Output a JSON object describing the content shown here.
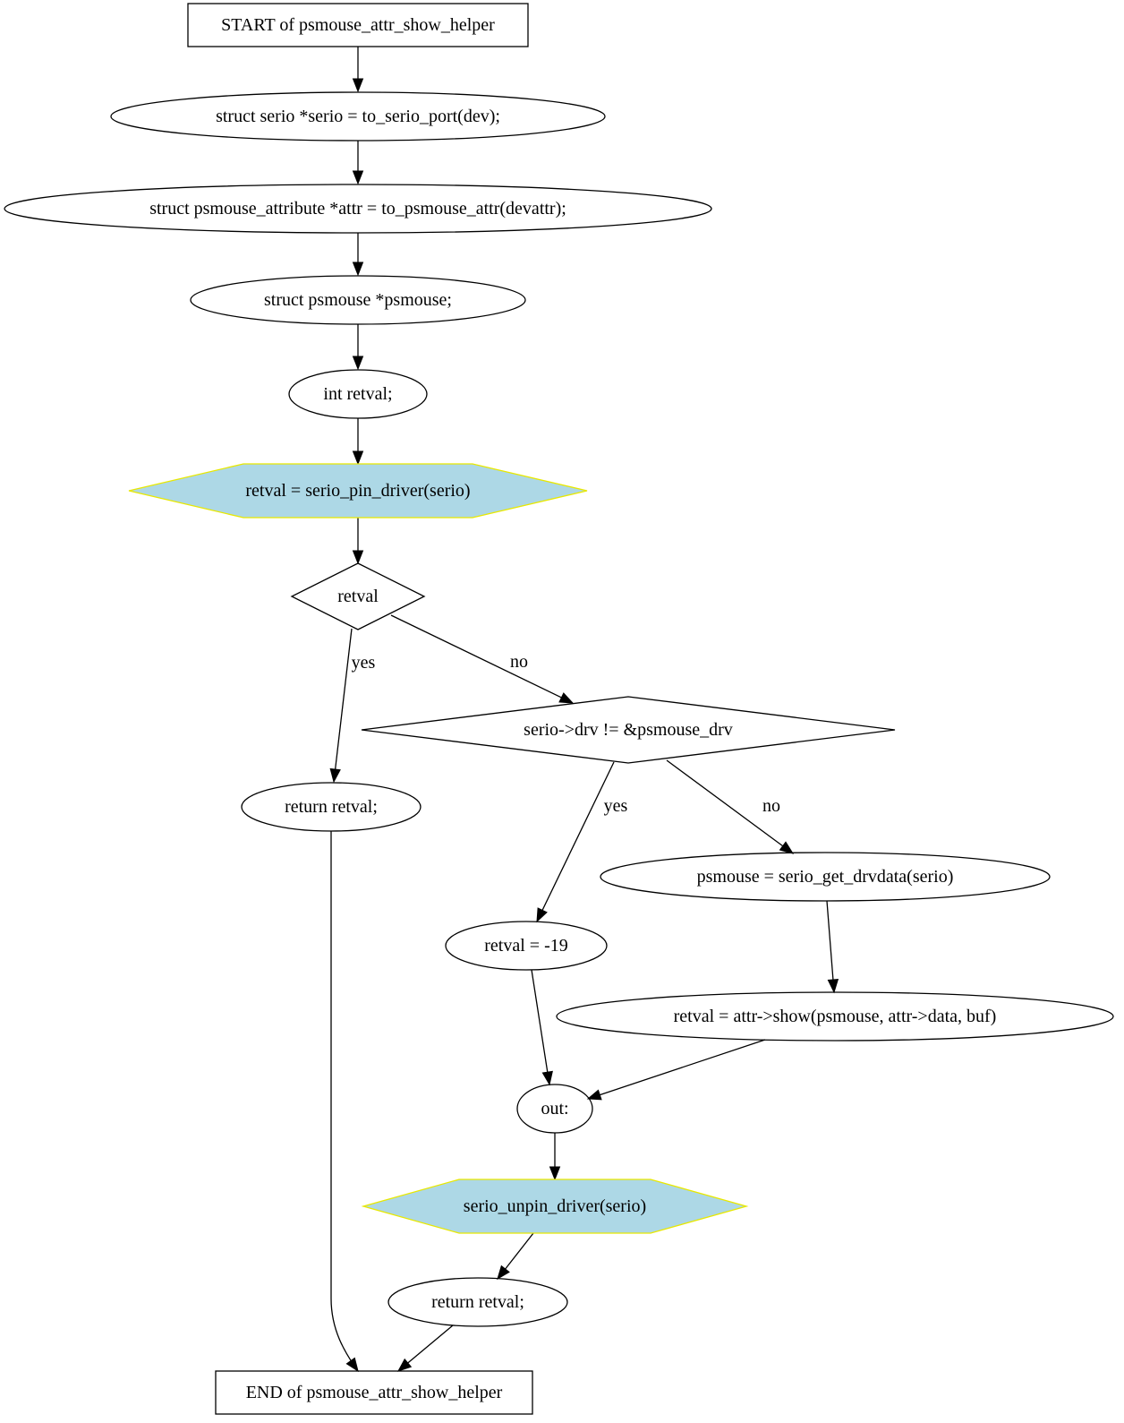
{
  "colors": {
    "call_fill": "#add8e6",
    "call_stroke": "#e8e800",
    "stroke": "#000000",
    "background": "#ffffff"
  },
  "nodes": [
    {
      "id": "start",
      "shape": "box",
      "label": "START of psmouse_attr_show_helper"
    },
    {
      "id": "serio",
      "shape": "ellipse",
      "label": "struct serio *serio = to_serio_port(dev);"
    },
    {
      "id": "attr",
      "shape": "ellipse",
      "label": "struct psmouse_attribute *attr = to_psmouse_attr(devattr);"
    },
    {
      "id": "psmouse_decl",
      "shape": "ellipse",
      "label": "struct psmouse *psmouse;"
    },
    {
      "id": "retval_decl",
      "shape": "ellipse",
      "label": "int retval;"
    },
    {
      "id": "pin",
      "shape": "hexagon",
      "label": "retval = serio_pin_driver(serio)"
    },
    {
      "id": "if_retval",
      "shape": "diamond",
      "label": "retval"
    },
    {
      "id": "return1",
      "shape": "ellipse",
      "label": "return retval;"
    },
    {
      "id": "if_drv",
      "shape": "diamond",
      "label": "serio->drv != &psmouse_drv"
    },
    {
      "id": "get_drvdata",
      "shape": "ellipse",
      "label": "psmouse = serio_get_drvdata(serio)"
    },
    {
      "id": "enodev",
      "shape": "ellipse",
      "label": "retval = -19"
    },
    {
      "id": "show",
      "shape": "ellipse",
      "label": "retval = attr->show(psmouse, attr->data, buf)"
    },
    {
      "id": "out",
      "shape": "ellipse",
      "label": "out:"
    },
    {
      "id": "unpin",
      "shape": "hexagon",
      "label": "serio_unpin_driver(serio)"
    },
    {
      "id": "return2",
      "shape": "ellipse",
      "label": "return retval;"
    },
    {
      "id": "end",
      "shape": "box",
      "label": "END of psmouse_attr_show_helper"
    }
  ],
  "edges": [
    {
      "from": "start",
      "to": "serio",
      "label": ""
    },
    {
      "from": "serio",
      "to": "attr",
      "label": ""
    },
    {
      "from": "attr",
      "to": "psmouse_decl",
      "label": ""
    },
    {
      "from": "psmouse_decl",
      "to": "retval_decl",
      "label": ""
    },
    {
      "from": "retval_decl",
      "to": "pin",
      "label": ""
    },
    {
      "from": "pin",
      "to": "if_retval",
      "label": ""
    },
    {
      "from": "if_retval",
      "to": "return1",
      "label": "yes"
    },
    {
      "from": "if_retval",
      "to": "if_drv",
      "label": "no"
    },
    {
      "from": "if_drv",
      "to": "enodev",
      "label": "yes"
    },
    {
      "from": "if_drv",
      "to": "get_drvdata",
      "label": "no"
    },
    {
      "from": "get_drvdata",
      "to": "show",
      "label": ""
    },
    {
      "from": "enodev",
      "to": "out",
      "label": ""
    },
    {
      "from": "show",
      "to": "out",
      "label": ""
    },
    {
      "from": "out",
      "to": "unpin",
      "label": ""
    },
    {
      "from": "unpin",
      "to": "return2",
      "label": ""
    },
    {
      "from": "return1",
      "to": "end",
      "label": ""
    },
    {
      "from": "return2",
      "to": "end",
      "label": ""
    }
  ]
}
